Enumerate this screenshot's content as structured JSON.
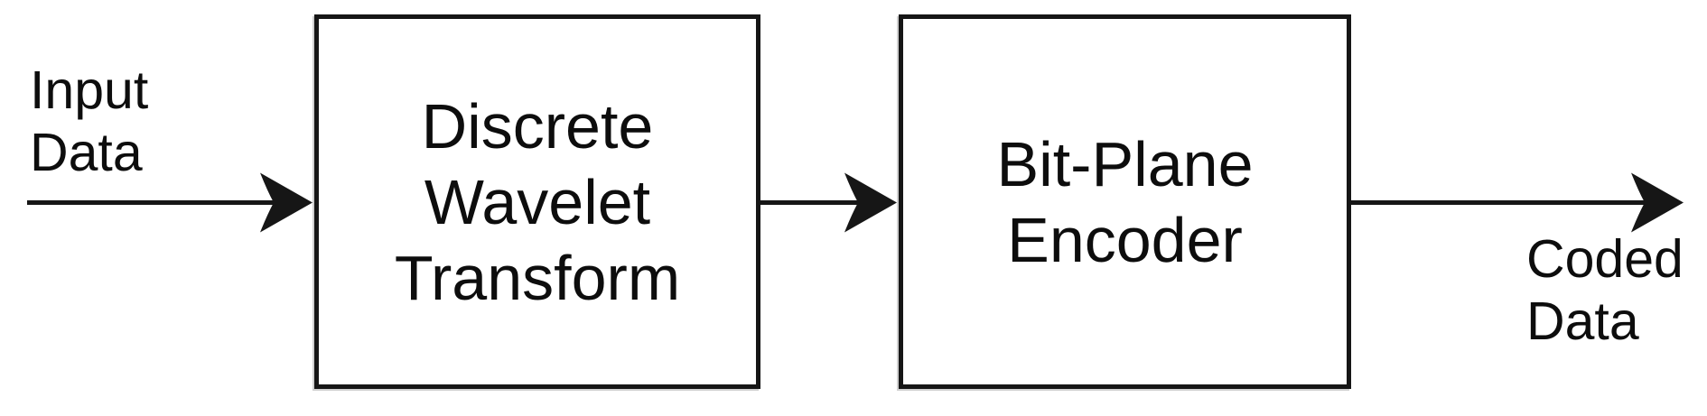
{
  "diagram": {
    "type": "block-flow-diagram",
    "flow_order": [
      "Input Data",
      "Discrete Wavelet Transform",
      "Bit-Plane Encoder",
      "Coded Data"
    ]
  },
  "labels": {
    "input": {
      "lines": [
        "Input",
        "Data"
      ]
    },
    "output": {
      "lines": [
        "Coded",
        "Data"
      ]
    }
  },
  "blocks": [
    {
      "title": "Discrete Wavelet Transform",
      "lines": [
        "Discrete",
        "Wavelet",
        "Transform"
      ]
    },
    {
      "title": "Bit-Plane Encoder",
      "lines": [
        "Bit-Plane",
        "Encoder"
      ]
    }
  ],
  "colors": {
    "line": "#161616",
    "text": "#0d0d0d",
    "background": "#ffffff"
  }
}
